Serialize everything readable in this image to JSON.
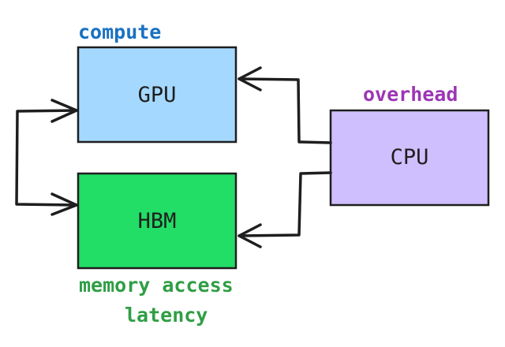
{
  "nodes": {
    "gpu": {
      "label": "GPU",
      "fill": "#a5d8ff"
    },
    "hbm": {
      "label": "HBM",
      "fill": "#22dd66"
    },
    "cpu": {
      "label": "CPU",
      "fill": "#d0bfff"
    }
  },
  "annotations": {
    "compute": {
      "text": "compute",
      "color": "#1971c2"
    },
    "overhead": {
      "text": "overhead",
      "color": "#9c36b5"
    },
    "memory_line1": {
      "text": "memory access",
      "color": "#2f9e44"
    },
    "memory_line2": {
      "text": "latency",
      "color": "#2f9e44"
    }
  },
  "edges": [
    {
      "from": "CPU",
      "to": "GPU"
    },
    {
      "from": "CPU",
      "to": "HBM"
    },
    {
      "from": "GPU",
      "to": "HBM",
      "bidirectional": true
    }
  ],
  "colors": {
    "stroke": "#1e1e1e",
    "background": "#ffffff"
  }
}
